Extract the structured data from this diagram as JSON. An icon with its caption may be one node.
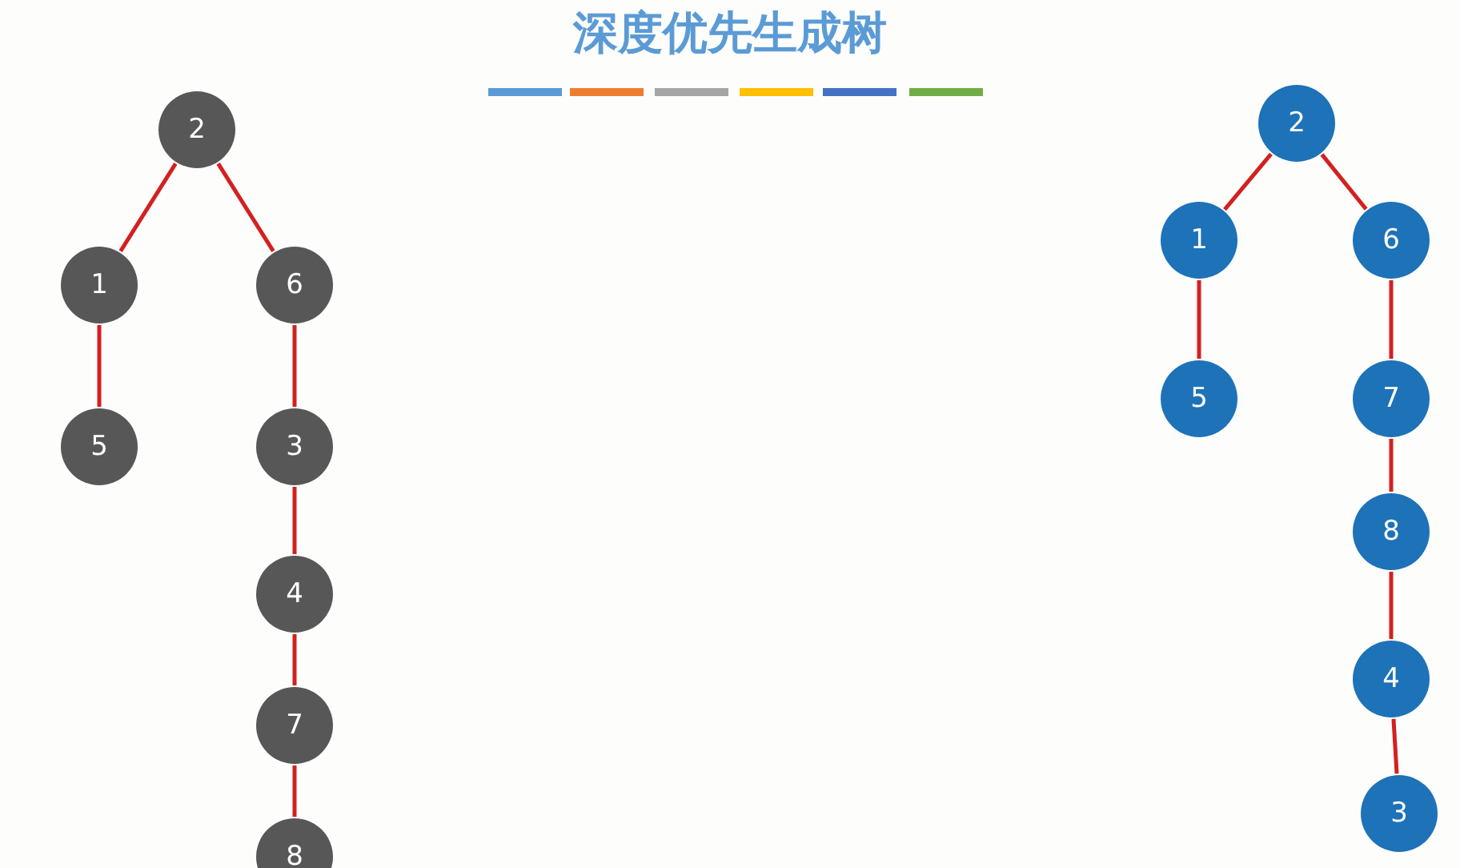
{
  "diagram": {
    "title": "深度优先生成树",
    "nodes": [
      {
        "text": [
          "2"
        ]
      },
      {
        "text": [
          "1"
        ]
      },
      {
        "text": [
          "6"
        ]
      },
      {
        "text": [
          "5"
        ]
      },
      {
        "text": [
          "3"
        ]
      },
      {
        "text": [
          "4"
        ]
      },
      {
        "text": [
          "7"
        ]
      },
      {
        "text": [
          "8"
        ]
      },
      {
        "text": [
          "2"
        ]
      },
      {
        "text": [
          "1"
        ]
      },
      {
        "text": [
          "6"
        ]
      },
      {
        "text": [
          "5"
        ]
      },
      {
        "text": [
          "7"
        ]
      },
      {
        "text": [
          "8"
        ]
      },
      {
        "text": [
          "4"
        ]
      },
      {
        "text": [
          "3"
        ]
      }
    ],
    "edges": [
      {
        "from": 0,
        "to": 1,
        "arrow": "none"
      },
      {
        "from": 0,
        "to": 2,
        "arrow": "none"
      },
      {
        "from": 1,
        "to": 3,
        "arrow": "none"
      },
      {
        "from": 2,
        "to": 4,
        "arrow": "none"
      },
      {
        "from": 4,
        "to": 5,
        "arrow": "none"
      },
      {
        "from": 5,
        "to": 6,
        "arrow": "none"
      },
      {
        "from": 6,
        "to": 7,
        "arrow": "none"
      },
      {
        "from": 8,
        "to": 9,
        "arrow": "none"
      },
      {
        "from": 8,
        "to": 10,
        "arrow": "none"
      },
      {
        "from": 9,
        "to": 11,
        "arrow": "none"
      },
      {
        "from": 10,
        "to": 12,
        "arrow": "none"
      },
      {
        "from": 12,
        "to": 13,
        "arrow": "none"
      },
      {
        "from": 13,
        "to": 14,
        "arrow": "none"
      },
      {
        "from": 14,
        "to": 15,
        "arrow": "none"
      }
    ]
  }
}
